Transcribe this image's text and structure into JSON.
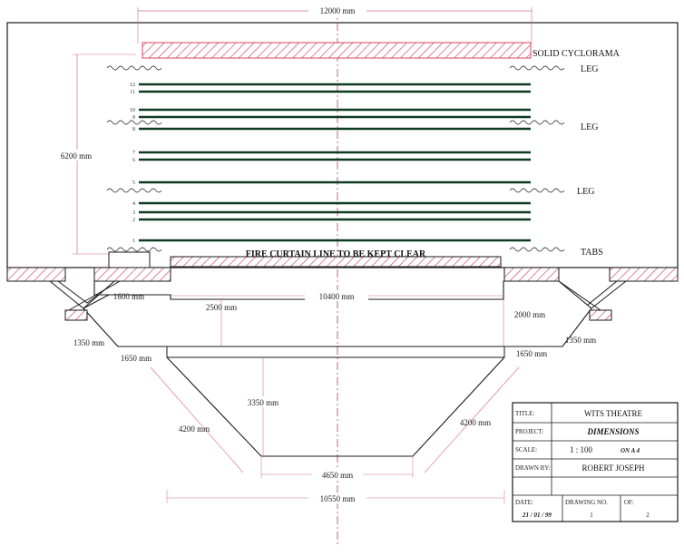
{
  "colors": {
    "outline": "#1a1a1a",
    "batten": "#0f3a22",
    "hatch": "#d0445c",
    "dimension": "#d86a8a",
    "centre": "#b63a6a"
  },
  "dimensions": {
    "top_width": "12000 mm",
    "stage_depth": "6200 mm",
    "left_wing": "1600 mm",
    "apron_depth": "2500 mm",
    "apron_width": "10400 mm",
    "right_depth": "2000 mm",
    "left_step": "1350 mm",
    "right_step": "1350 mm",
    "left_lower": "1650 mm",
    "right_lower": "1650 mm",
    "pit_depth": "3350 mm",
    "pit_left_side": "4200 mm",
    "pit_right_side": "4200 mm",
    "pit_bottom": "4650 mm",
    "pit_top_width": "10550 mm"
  },
  "labels": {
    "cyclorama": "SOLID CYCLORAMA",
    "leg_1": "LEG",
    "leg_2": "LEG",
    "leg_3": "LEG",
    "tabs": "TABS",
    "fire_curtain": "FIRE CURTAIN LINE TO BE KEPT CLEAR"
  },
  "battens": [
    "12",
    "11",
    "10",
    "9",
    "8",
    "7",
    "6",
    "5",
    "4",
    "3",
    "2",
    "1"
  ],
  "title_block": {
    "title_key": "TITLE:",
    "title_value": "WITS THEATRE",
    "project_key": "PROJECT:",
    "project_value": "DIMENSIONS",
    "scale_key": "SCALE:",
    "scale_value": "1 : 100",
    "scale_note": "ON A 4",
    "drawn_key": "DRAWN BY:",
    "drawn_value": "ROBERT JOSEPH",
    "date_key": "DATE:",
    "date_value": "21 / 01 / 99",
    "drawing_no_key": "DRAWING NO.",
    "drawing_no_value": "1",
    "of_key": "OF:",
    "of_value": "2"
  }
}
